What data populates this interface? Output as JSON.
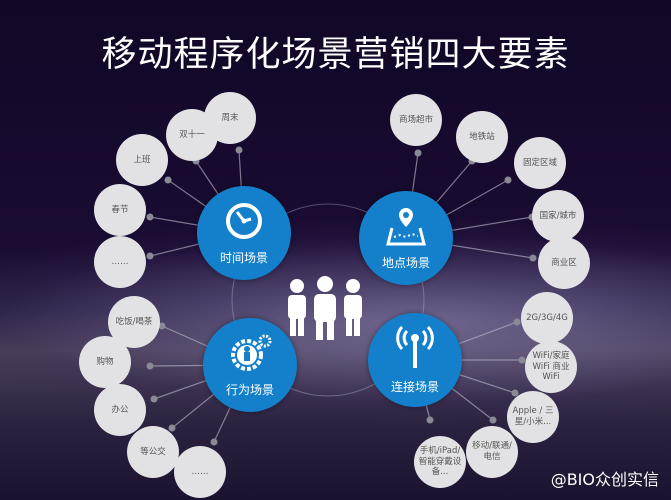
{
  "title": "移动程序化场景营销四大要素",
  "hubs": [
    {
      "id": "time",
      "label": "时间场景",
      "icon": "clock-icon",
      "items": [
        "周末",
        "双十一",
        "上班",
        "春节",
        "……"
      ]
    },
    {
      "id": "place",
      "label": "地点场景",
      "icon": "map-pin-icon",
      "items": [
        "商场超市",
        "地铁站",
        "固定区域",
        "国家/城市",
        "商业区"
      ]
    },
    {
      "id": "behavior",
      "label": "行为场景",
      "icon": "gear-person-icon",
      "items": [
        "吃饭/喝茶",
        "购物",
        "办公",
        "等公交",
        "……"
      ]
    },
    {
      "id": "connect",
      "label": "连接场景",
      "icon": "antenna-signal-icon",
      "items": [
        "2G/3G/4G",
        "WiFi/家庭WiFi 商业WiFi",
        "Apple / 三星/小米...",
        "移动/联通/电信",
        "手机/iPad/智能穿戴设备..."
      ]
    }
  ],
  "center_icon": "people-group-icon",
  "watermark": "@BIO众创实信",
  "colors": {
    "hub": "#1480cc",
    "satellite": "#e2e2e4",
    "background": "#1a0c33"
  }
}
